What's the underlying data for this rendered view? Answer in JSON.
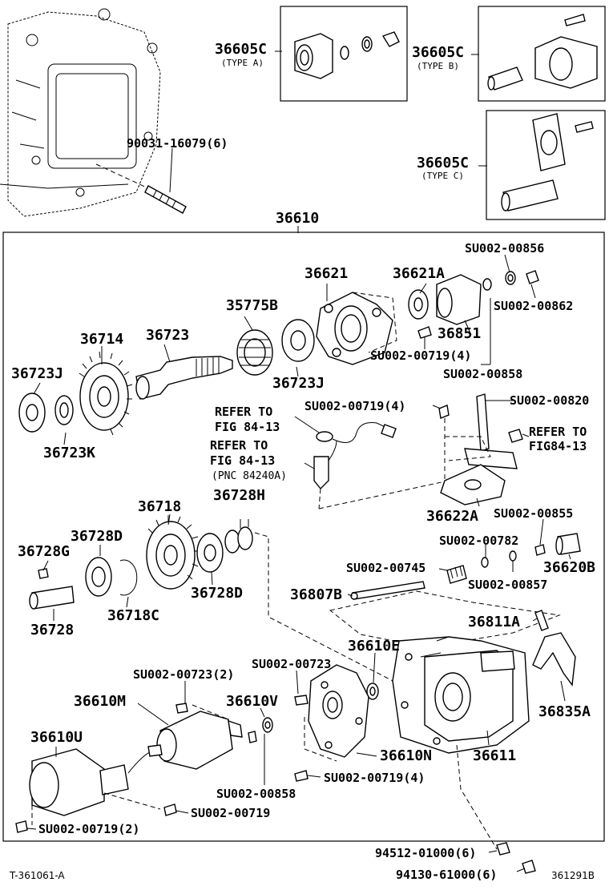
{
  "labels": {
    "l36605c_a": "36605C",
    "type_a": "(TYPE A)",
    "l36605c_b": "36605C",
    "type_b": "(TYPE B)",
    "l36605c_c": "36605C",
    "type_c": "(TYPE C)",
    "l90031": "90031-16079(6)",
    "l36610": "36610",
    "su00856": "SU002-00856",
    "l36621": "36621",
    "l36621a": "36621A",
    "su00862": "SU002-00862",
    "l35775b": "35775B",
    "l36851": "36851",
    "l36714": "36714",
    "l36723": "36723",
    "su00719_4a": "SU002-00719(4)",
    "su00858a": "SU002-00858",
    "l36723j_a": "36723J",
    "l36723j_b": "36723J",
    "su00719_4b": "SU002-00719(4)",
    "su00820": "SU002-00820",
    "refer1": "REFER TO",
    "fig1": "FIG 84-13",
    "refer2": "REFER TO",
    "fig2": "FIG84-13",
    "l36723k": "36723K",
    "refer3": "REFER TO",
    "fig3": "FIG 84-13",
    "pnc": "(PNC 84240A)",
    "l36718": "36718",
    "l36728h": "36728H",
    "l36622a": "36622A",
    "su00855": "SU002-00855",
    "l36728d_a": "36728D",
    "l36728g": "36728G",
    "su00782": "SU002-00782",
    "su00745": "SU002-00745",
    "l36620b": "36620B",
    "su00857": "SU002-00857",
    "l36728d_b": "36728D",
    "l36807b": "36807B",
    "l36728": "36728",
    "l36718c": "36718C",
    "l36811a": "36811A",
    "l36610e": "36610E",
    "su00723_2": "SU002-00723(2)",
    "su00723": "SU002-00723",
    "l36610m": "36610M",
    "l36610v": "36610V",
    "l36835a": "36835A",
    "l36610u": "36610U",
    "l36610n": "36610N",
    "l36611": "36611",
    "su00719_4c": "SU002-00719(4)",
    "su00858b": "SU002-00858",
    "su00719": "SU002-00719",
    "su00719_2": "SU002-00719(2)",
    "l94512": "94512-01000(6)",
    "l94130": "94130-61000(6)",
    "footer_left": "T-361061-A",
    "footer_right": "361291B"
  }
}
